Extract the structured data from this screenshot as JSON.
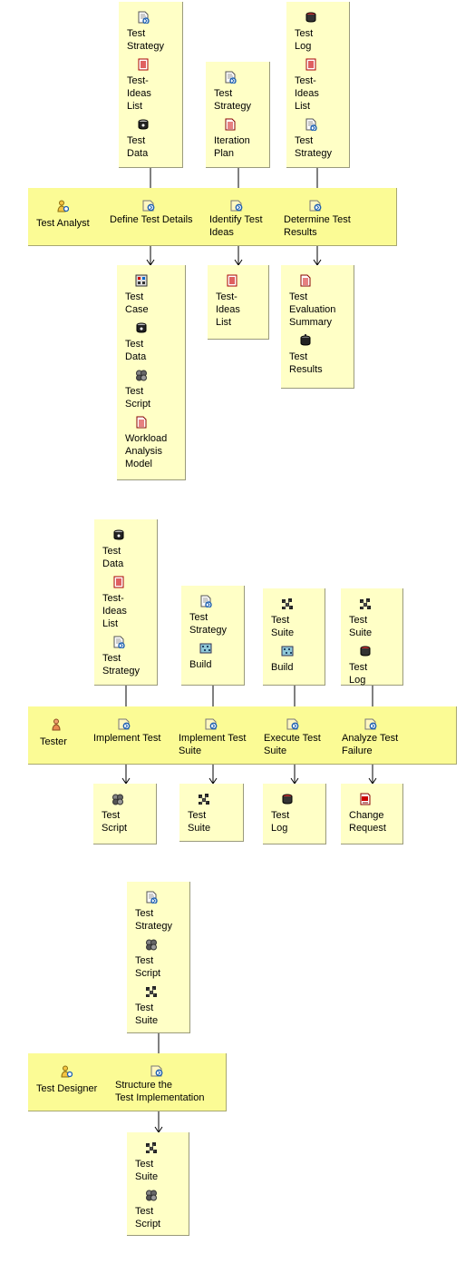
{
  "groups": [
    {
      "role": "Test Analyst",
      "tasks": [
        "Define Test Details",
        "Identify Test\nIdeas",
        "Determine Test\nResults"
      ],
      "inputs": [
        [
          {
            "label": "Test\nStrategy",
            "icon": "test-strategy-icon"
          },
          {
            "label": "Test-\nIdeas\nList",
            "icon": "test-ideas-list-icon"
          },
          {
            "label": "Test\nData",
            "icon": "test-data-icon"
          }
        ],
        [
          {
            "label": "Test\nStrategy",
            "icon": "test-strategy-icon"
          },
          {
            "label": "Iteration\nPlan",
            "icon": "iteration-plan-icon"
          }
        ],
        [
          {
            "label": "Test\nLog",
            "icon": "test-log-icon"
          },
          {
            "label": "Test-\nIdeas\nList",
            "icon": "test-ideas-list-icon"
          },
          {
            "label": "Test\nStrategy",
            "icon": "test-strategy-icon"
          }
        ]
      ],
      "outputs": [
        [
          {
            "label": "Test\nCase",
            "icon": "test-case-icon"
          },
          {
            "label": "Test\nData",
            "icon": "test-data-icon"
          },
          {
            "label": "Test\nScript",
            "icon": "test-script-icon"
          },
          {
            "label": "Workload\nAnalysis\nModel",
            "icon": "workload-model-icon"
          }
        ],
        [
          {
            "label": "Test-\nIdeas\nList",
            "icon": "test-ideas-list-icon"
          }
        ],
        [
          {
            "label": "Test\nEvaluation\nSummary",
            "icon": "test-evaluation-summary-icon"
          },
          {
            "label": "Test\nResults",
            "icon": "test-results-icon"
          }
        ]
      ]
    },
    {
      "role": "Tester",
      "tasks": [
        "Implement Test",
        "Implement Test\nSuite",
        "Execute Test\nSuite",
        "Analyze Test\nFailure"
      ],
      "inputs": [
        [
          {
            "label": "Test\nData",
            "icon": "test-data-icon"
          },
          {
            "label": "Test-\nIdeas\nList",
            "icon": "test-ideas-list-icon"
          },
          {
            "label": "Test\nStrategy",
            "icon": "test-strategy-icon"
          }
        ],
        [
          {
            "label": "Test\nStrategy",
            "icon": "test-strategy-icon"
          },
          {
            "label": "Build",
            "icon": "build-icon"
          }
        ],
        [
          {
            "label": "Test\nSuite",
            "icon": "test-suite-icon"
          },
          {
            "label": "Build",
            "icon": "build-icon"
          }
        ],
        [
          {
            "label": "Test\nSuite",
            "icon": "test-suite-icon"
          },
          {
            "label": "Test\nLog",
            "icon": "test-log-icon"
          }
        ]
      ],
      "outputs": [
        [
          {
            "label": "Test\nScript",
            "icon": "test-script-icon"
          }
        ],
        [
          {
            "label": "Test\nSuite",
            "icon": "test-suite-icon"
          }
        ],
        [
          {
            "label": "Test\nLog",
            "icon": "test-log-icon"
          }
        ],
        [
          {
            "label": "Change\nRequest",
            "icon": "change-request-icon"
          }
        ]
      ]
    },
    {
      "role": "Test Designer",
      "tasks": [
        "Structure the\nTest Implementation"
      ],
      "inputs": [
        [
          {
            "label": "Test\nStrategy",
            "icon": "test-strategy-icon"
          },
          {
            "label": "Test\nScript",
            "icon": "test-script-icon"
          },
          {
            "label": "Test\nSuite",
            "icon": "test-suite-icon"
          }
        ]
      ],
      "outputs": [
        [
          {
            "label": "Test\nSuite",
            "icon": "test-suite-icon"
          },
          {
            "label": "Test\nScript",
            "icon": "test-script-icon"
          }
        ]
      ]
    }
  ]
}
